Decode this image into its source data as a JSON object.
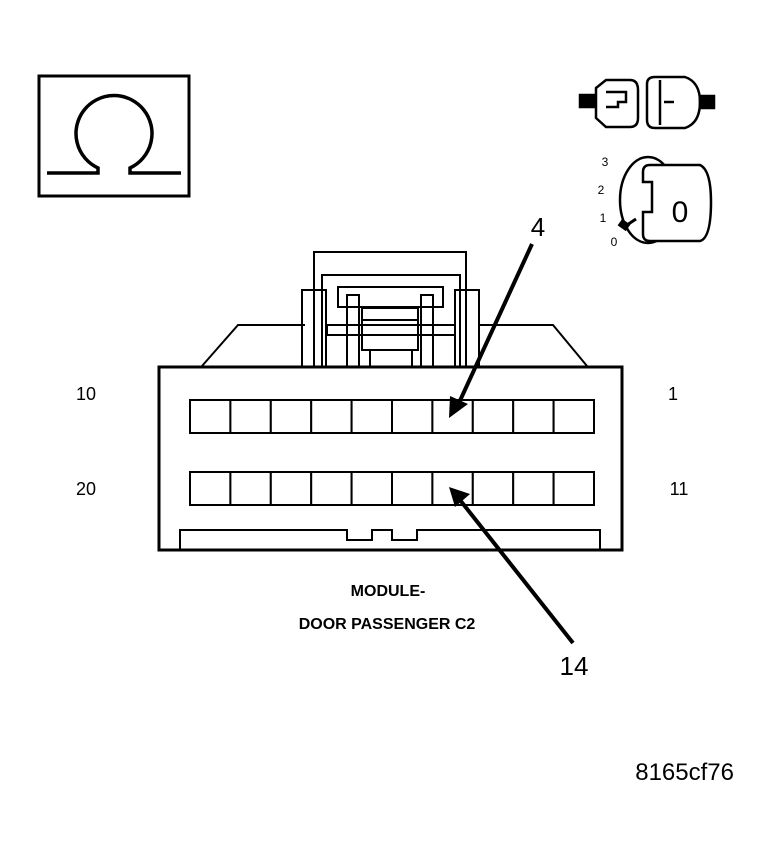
{
  "pin_labels": {
    "top_left": "10",
    "top_right": "1",
    "bottom_left": "20",
    "bottom_right": "11"
  },
  "callouts": {
    "upper": "4",
    "lower": "14"
  },
  "caption": {
    "line1": "MODULE-",
    "line2": "DOOR PASSENGER C2"
  },
  "ignition_switch": {
    "positions": [
      "3",
      "2",
      "1",
      "0"
    ],
    "key_label": "0"
  },
  "figure_id": "8165cf76",
  "icons": [
    "ohm-symbol-icon",
    "connector-disconnected-icon",
    "ignition-key-icon"
  ]
}
